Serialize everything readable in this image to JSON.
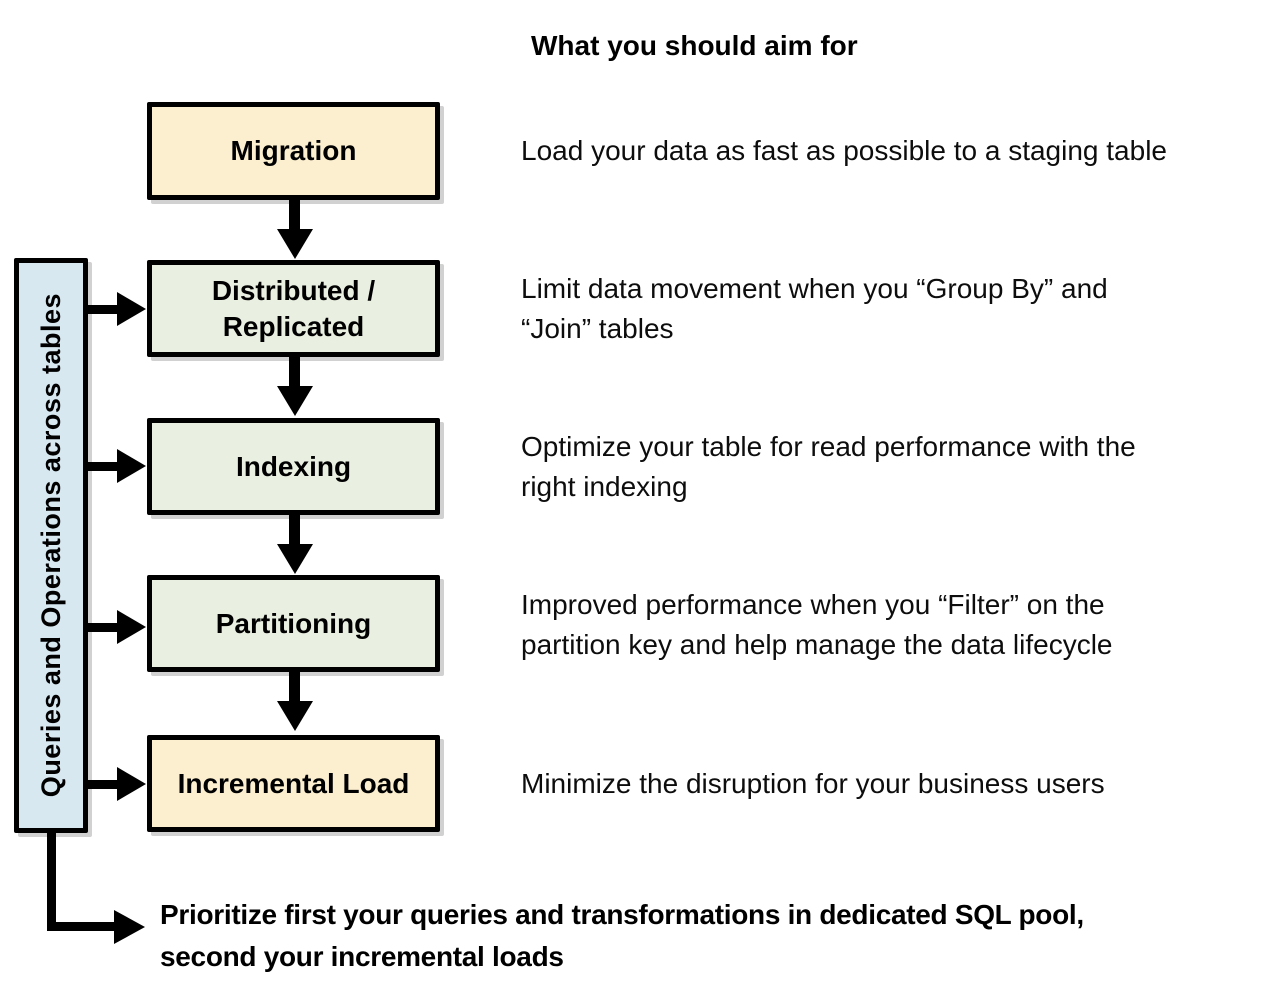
{
  "title": "What you should aim for",
  "colors": {
    "milestone_fill": "#FBEFCF",
    "optimize_fill": "#E9EFE1",
    "sidebar_fill": "#D7E8F1",
    "border": "#000000",
    "background": "#FFFFFF"
  },
  "sidebar": {
    "label": "Queries and Operations across tables"
  },
  "flow": {
    "steps": [
      {
        "label": "Migration",
        "description": "Load your data as fast as possible to a staging table"
      },
      {
        "label": "Distributed /\nReplicated",
        "description": "Limit data movement when you “Group By” and\n“Join” tables"
      },
      {
        "label": "Indexing",
        "description": "Optimize your table for read performance with the\nright indexing"
      },
      {
        "label": "Partitioning",
        "description": "Improved performance when you “Filter” on the\npartition key and help manage the data lifecycle"
      },
      {
        "label": "Incremental Load",
        "description": "Minimize the disruption for your business users"
      }
    ]
  },
  "footer": {
    "note": "Prioritize first your queries and transformations in dedicated SQL pool,\nsecond your incremental loads"
  }
}
